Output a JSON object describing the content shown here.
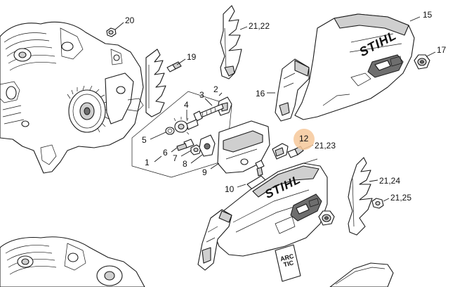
{
  "callouts": {
    "c20": "20",
    "c21_22": "21,22",
    "c15": "15",
    "c19": "19",
    "c17": "17",
    "c16": "16",
    "c2": "2",
    "c3": "3",
    "c4": "4",
    "c5": "5",
    "c12": "12",
    "c21_23": "21,23",
    "c6": "6",
    "c7": "7",
    "c8": "8",
    "c1": "1",
    "c9": "9",
    "c10": "10",
    "c21_24": "21,24",
    "c21_25": "21,25"
  },
  "branding": {
    "logo_upper": "STIHL",
    "logo_lower": "STIHL",
    "badge_line1": "ARC",
    "badge_line2": "TIC"
  },
  "colors": {
    "highlight": "#f6c89a",
    "ink": "#1a1a1a",
    "shade": "#cfcfcf"
  }
}
